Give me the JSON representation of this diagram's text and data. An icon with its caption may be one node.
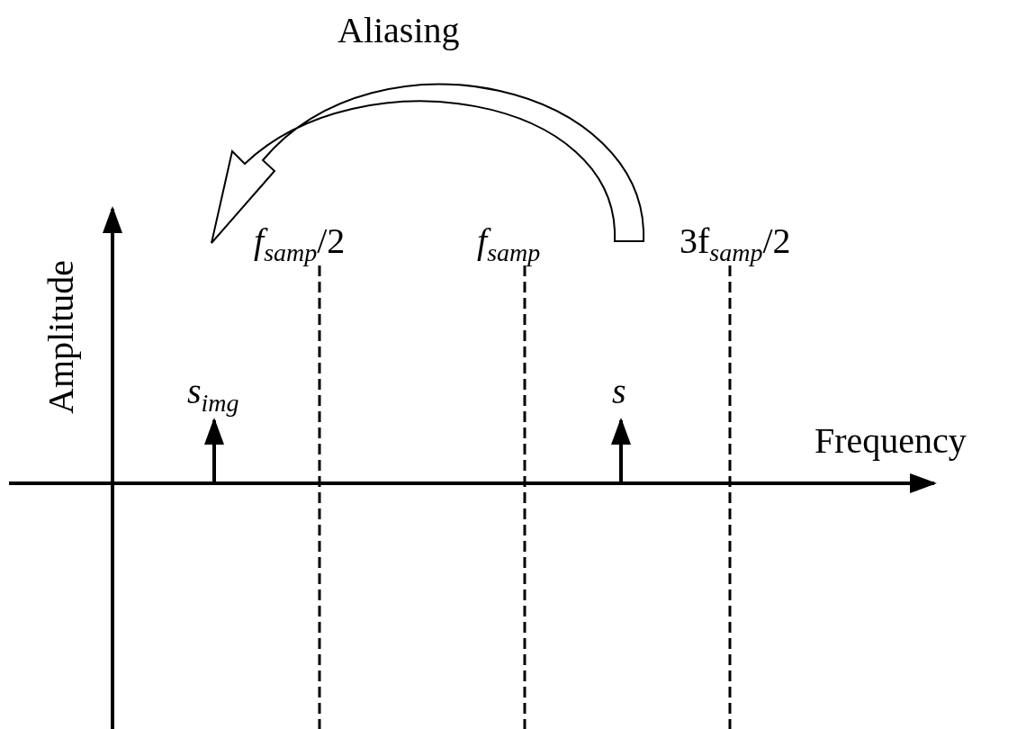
{
  "diagram": {
    "labels": [
      "Aliasing",
      "Amplitude",
      "*f*$_{samp}$/2",
      "*f*$_{samp}$",
      "3f$_{samp}$/2",
      "s$_{img}$",
      "s",
      "Frequency"
    ]
  }
}
